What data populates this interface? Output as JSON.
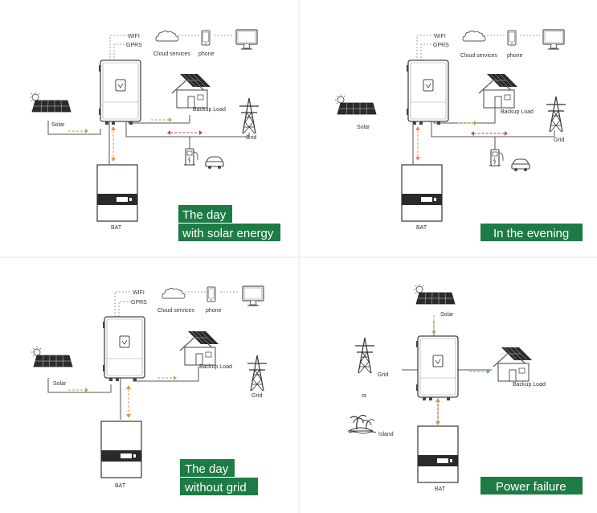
{
  "colors": {
    "background": "#ffffff",
    "badge": "#1e7b45",
    "orange_flow": "#e8923a",
    "green_flow": "#9ab84a",
    "red_flow": "#c0504d",
    "blue_flow": "#4a9fd8",
    "line": "#555555"
  },
  "quadrants": {
    "day_solar": {
      "wifi": "WIFI",
      "gprs": "GPRS",
      "cloud": "Cloud services",
      "phone": "phone",
      "solar": "Solar",
      "backup_load": "Backup Load",
      "grid": "Grid",
      "bat": "BAT",
      "badge_line1": "The day",
      "badge_line2": "with solar energy"
    },
    "evening": {
      "wifi": "WIFI",
      "gprs": "GPRS",
      "cloud": "Cloud services",
      "phone": "phone",
      "solar": "Solar",
      "backup_load": "Backup Load",
      "grid": "Grid",
      "bat": "BAT",
      "badge": "In the evening"
    },
    "day_no_grid": {
      "wifi": "WIFI",
      "gprs": "GPRS",
      "cloud": "Cloud services",
      "phone": "phone",
      "solar": "Solar",
      "backup_load": "Backup Load",
      "grid": "Grid",
      "bat": "BAT",
      "badge_line1": "The day",
      "badge_line2": "without grid"
    },
    "power_failure": {
      "solar": "Solar",
      "grid": "Grid",
      "or": "or",
      "island": "Island",
      "backup_load": "Backup Load",
      "bat": "BAT",
      "badge": "Power failure"
    }
  }
}
